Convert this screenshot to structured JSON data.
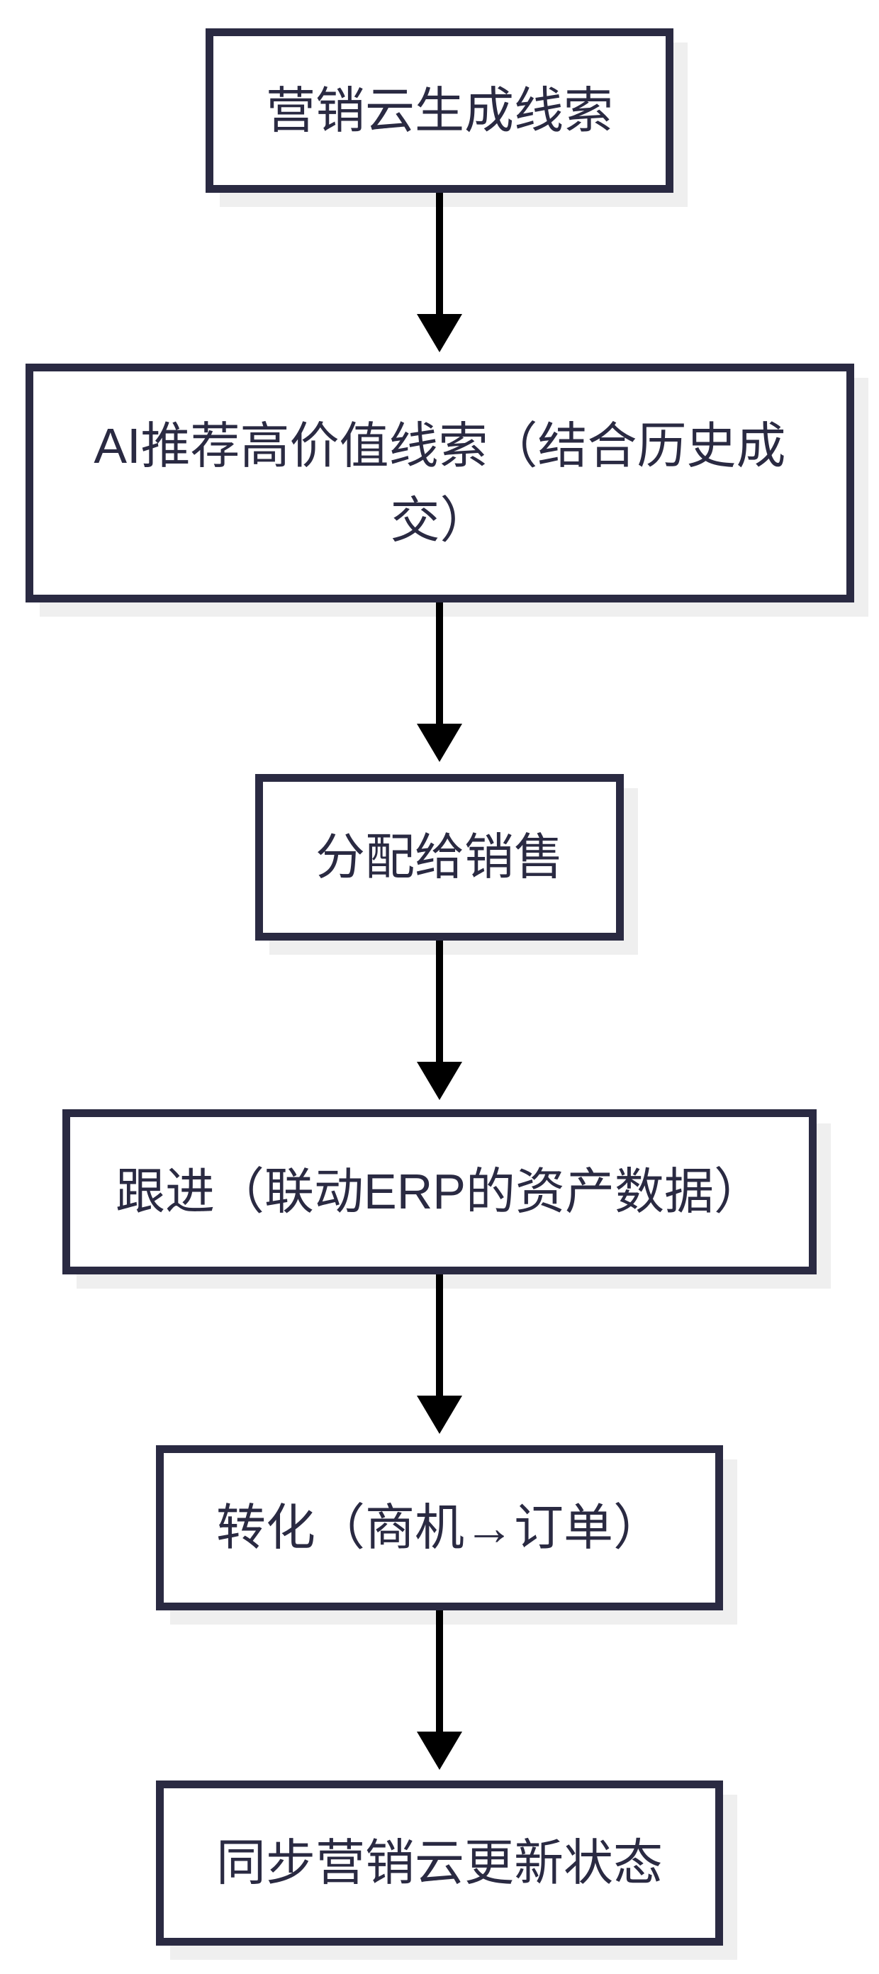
{
  "diagram": {
    "type": "flowchart",
    "direction": "top-down",
    "steps": [
      {
        "label": "营销云生成线索"
      },
      {
        "label": "AI推荐高价值线索（结合历史成交）"
      },
      {
        "label": "分配给销售"
      },
      {
        "label": "跟进（联动ERP的资产数据）"
      },
      {
        "label": "转化（商机→订单）"
      },
      {
        "label": "同步营销云更新状态"
      }
    ],
    "edges": [
      {
        "from": 0,
        "to": 1
      },
      {
        "from": 1,
        "to": 2
      },
      {
        "from": 2,
        "to": 3
      },
      {
        "from": 3,
        "to": 4
      },
      {
        "from": 4,
        "to": 5
      }
    ],
    "colors": {
      "border": "#2a2a42",
      "text": "#2a2a42",
      "shadow": "#efefef",
      "arrow": "#000000",
      "background": "#ffffff"
    }
  }
}
